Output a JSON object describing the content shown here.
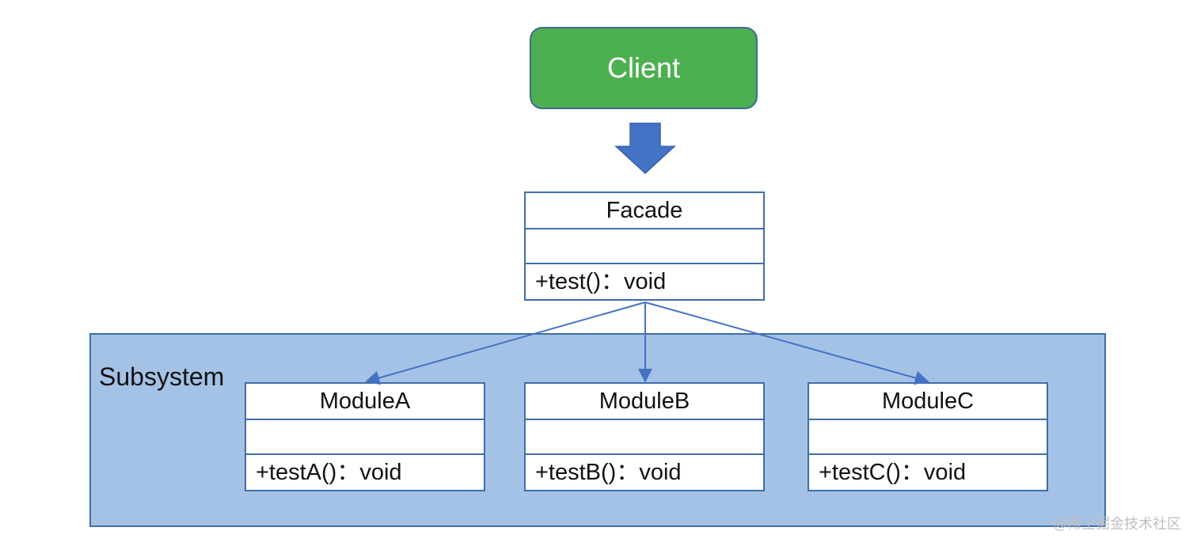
{
  "client": {
    "label": "Client"
  },
  "facade": {
    "name": "Facade",
    "attributes": "",
    "operation": "+test()：void"
  },
  "subsystem": {
    "label": "Subsystem",
    "modules": [
      {
        "name": "ModuleA",
        "attributes": "",
        "operation": "+testA()：void"
      },
      {
        "name": "ModuleB",
        "attributes": "",
        "operation": "+testB()：void"
      },
      {
        "name": "ModuleC",
        "attributes": "",
        "operation": "+testC()：void"
      }
    ]
  },
  "watermark": {
    "text": "@稀土掘金技术社区"
  },
  "colors": {
    "client_fill": "#4caf50",
    "block_arrow": "#4472c4",
    "subsystem_fill": "#a4c2e6",
    "border": "#3f6ea8"
  }
}
